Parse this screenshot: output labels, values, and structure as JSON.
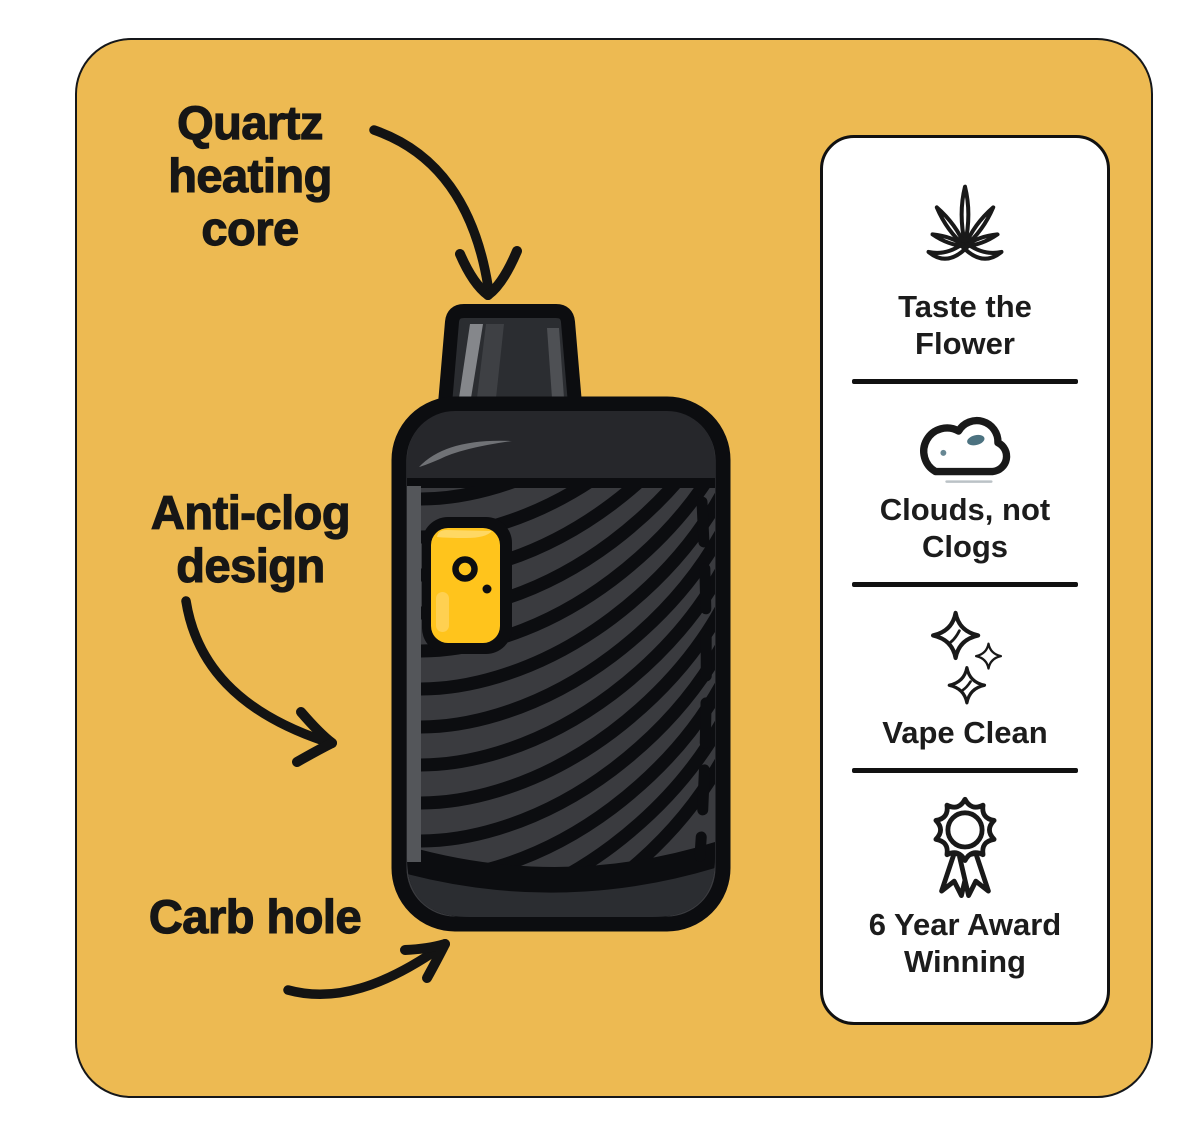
{
  "board": {
    "background_color": "#EDBA52",
    "outline_color": "#15171A"
  },
  "feature_labels": {
    "quartz_heating_core": "Quartz heating core",
    "anti_clog_design": "Anti-clog design",
    "carb_hole": "Carb hole"
  },
  "device": {
    "name": "disposable-vape-illustration",
    "body_color": "#3A3B3F",
    "cap_color": "#26272B",
    "outline_color": "#0C0D10",
    "button_color": "#FFC41C",
    "mouthpiece_color": "#2B2D31"
  },
  "benefits_card": {
    "background_color": "#FFFFFF",
    "border_color": "#111111",
    "items": [
      {
        "icon": "cannabis-leaf-icon",
        "label": "Taste the Flower"
      },
      {
        "icon": "cloud-icon",
        "label": "Clouds, not Clogs"
      },
      {
        "icon": "sparkles-icon",
        "label": "Vape Clean"
      },
      {
        "icon": "award-ribbon-icon",
        "label": "6 Year Award Winning"
      }
    ]
  }
}
